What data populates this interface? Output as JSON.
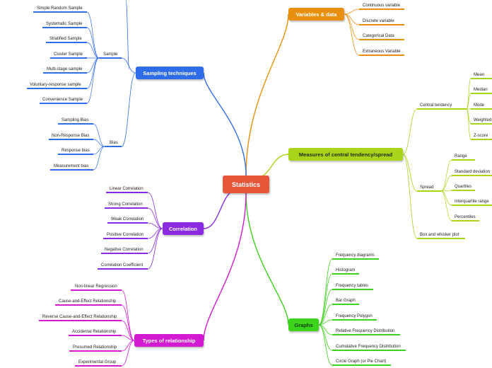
{
  "central": "Statistics",
  "colors": {
    "central": "#e8563a",
    "variables": "#e8900c",
    "sampling": "#2f6de8",
    "measures": "#a8d41a",
    "correlation": "#8a2be2",
    "graphs": "#3bd41a",
    "relationship": "#d21ad2"
  },
  "variables": {
    "title": "Variables & data",
    "items": [
      "Continuous variable",
      "Discrete variable",
      "Categorical Data",
      "Extraneous Variable"
    ]
  },
  "sampling": {
    "title": "Sampling techniques",
    "sample": {
      "label": "Sample",
      "items": [
        "Simple Random Sample",
        "Systematic Sample",
        "Stratified Sample",
        "Cluster Sample",
        "Multi-stage sample",
        "Voluntary-response sample",
        "Convenience Sample"
      ]
    },
    "bias": {
      "label": "Bias",
      "items": [
        "Sampling Bias",
        "Non-Response Bias",
        "Response bias",
        "Measurement bias"
      ]
    }
  },
  "measures": {
    "title": "Measures of central tendency/spread",
    "central_tendency": {
      "label": "Central tendency",
      "items": [
        "Mean",
        "Median",
        "Mode",
        "Weighted",
        "Z-score"
      ]
    },
    "spread": {
      "label": "Spread",
      "items": [
        "Range",
        "Standard deviation",
        "Quartiles",
        "Interquartile range",
        "Percentiles"
      ]
    },
    "box_whisker": "Box and whisker plot"
  },
  "correlation": {
    "title": "Correlation",
    "items": [
      "Linear Correlation",
      "Strong Correlation",
      "Weak Correlation",
      "Positive Correlation",
      "Negative Correlation",
      "Correlation Coefficient"
    ]
  },
  "graphs": {
    "title": "Graphs",
    "items": [
      "Frequency diagrams",
      "Histogram",
      "Frequency tables",
      "Bar Graph",
      "Frequency Polygon",
      "Relative Frequency Distribution",
      "Cumulative Frequency Distribution",
      "Circle Graph (or Pie Chart)"
    ]
  },
  "relationship": {
    "title": "Types of relationship",
    "items": [
      "Non-linear Regression",
      "Cause-and-Effect Relationship",
      "Reverse Cause-and-Effect Relationship",
      "Accidental Relationship",
      "Presumed Relationship",
      "Experimental Group"
    ]
  }
}
